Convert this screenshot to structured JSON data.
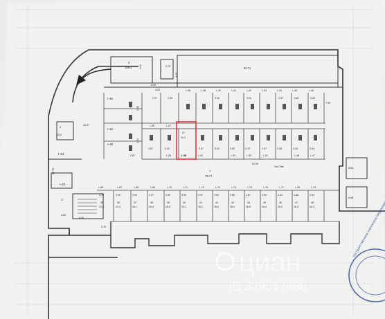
{
  "plan": {
    "top_labels": {
      "room_a": "4",
      "room_a_area": "108.3",
      "room_b_area": "4.44",
      "room_c_area": "2.75",
      "room_d_area": "92.71",
      "dim1": "8.09",
      "dim2": "4.62",
      "stair_area": "4.20",
      "right_dim": "7.50",
      "dim_left": "10.27",
      "area_small_left": "5",
      "area_small_left_v": "10.0",
      "corridor_left": "17.75",
      "main_num": "7",
      "main_area": "79.77",
      "axis": "51.59",
      "axis2": "1н4.76м",
      "left_lbl": "I–64",
      "left_lbl2": "I–63",
      "small_a": "27",
      "small_a2": "4.89",
      "small_b": "4.00",
      "small_c": "5.70",
      "small_d": "8.50",
      "small_e": "8.48"
    },
    "upper_row_labels": [
      "I–36",
      "I–38",
      "I–40",
      "I–41",
      "I–42",
      "I–43",
      "I–44",
      "I–45",
      "I–46"
    ],
    "upper_row_dims": [
      "2.97",
      "2.95",
      "3.00",
      "3.00",
      "2.97",
      "2.87",
      "3.00"
    ],
    "left_col_labels": [
      "I–62",
      "I–61",
      "I–60"
    ],
    "left_col_dims": [
      "3.08",
      "3.04",
      "2.87"
    ],
    "middle_row_top_labels": [
      "I–59",
      "I–57"
    ],
    "middle_dims": [
      "2.87",
      "3.02",
      "2.87",
      "3.02",
      "3.00",
      "3.70",
      "2.97",
      "2.98",
      "3.00",
      "2.84"
    ],
    "middle_row_bottom_labels": [
      "I–55",
      "I–56",
      "I–54",
      "I–53",
      "I–52",
      "I–51",
      "I–48",
      "I–47"
    ],
    "lower_row_labels": [
      "I–66",
      "I–67",
      "I–68",
      "I–69",
      "I–70",
      "I–71",
      "I–72",
      "I–73",
      "I–74",
      "I–75",
      "I–76",
      "I–77",
      "I–78",
      "I–79"
    ],
    "lower_row_dims": [
      "2.70",
      "3.00",
      "3.00",
      "2.97",
      "2.89",
      "3.00",
      "2.97",
      "3.00",
      "2.86",
      "2.87",
      "2.95",
      "3.00",
      "2.88",
      "2.84"
    ],
    "space_areas": [
      "13.3",
      "12.4",
      "16.1",
      "16.4",
      "16.6",
      "13.1",
      "15.2",
      "16.0",
      "16.3",
      "16.5",
      "16.4",
      "16.0",
      "16.3",
      "16.3"
    ],
    "space_numbers": [
      "35",
      "36",
      "37",
      "38",
      "39",
      "40",
      "41",
      "42",
      "43",
      "44",
      "45",
      "46",
      "47",
      "48"
    ],
    "highlighted_space": "I–58",
    "highlighted_number": "27",
    "highlighted_area": "16.3"
  },
  "watermark": {
    "brand": "циан",
    "id_text": "ID 329017680"
  },
  "stamp": {
    "text": "ГОСУДАРСТВЕННОЕ УНИТАРНОЕ ПРЕДПРИЯТИЕ"
  },
  "colors": {
    "paper": "#f1f1ef",
    "ink": "#222222",
    "highlight": "#e0343a",
    "stamp": "#2d4fa8"
  }
}
